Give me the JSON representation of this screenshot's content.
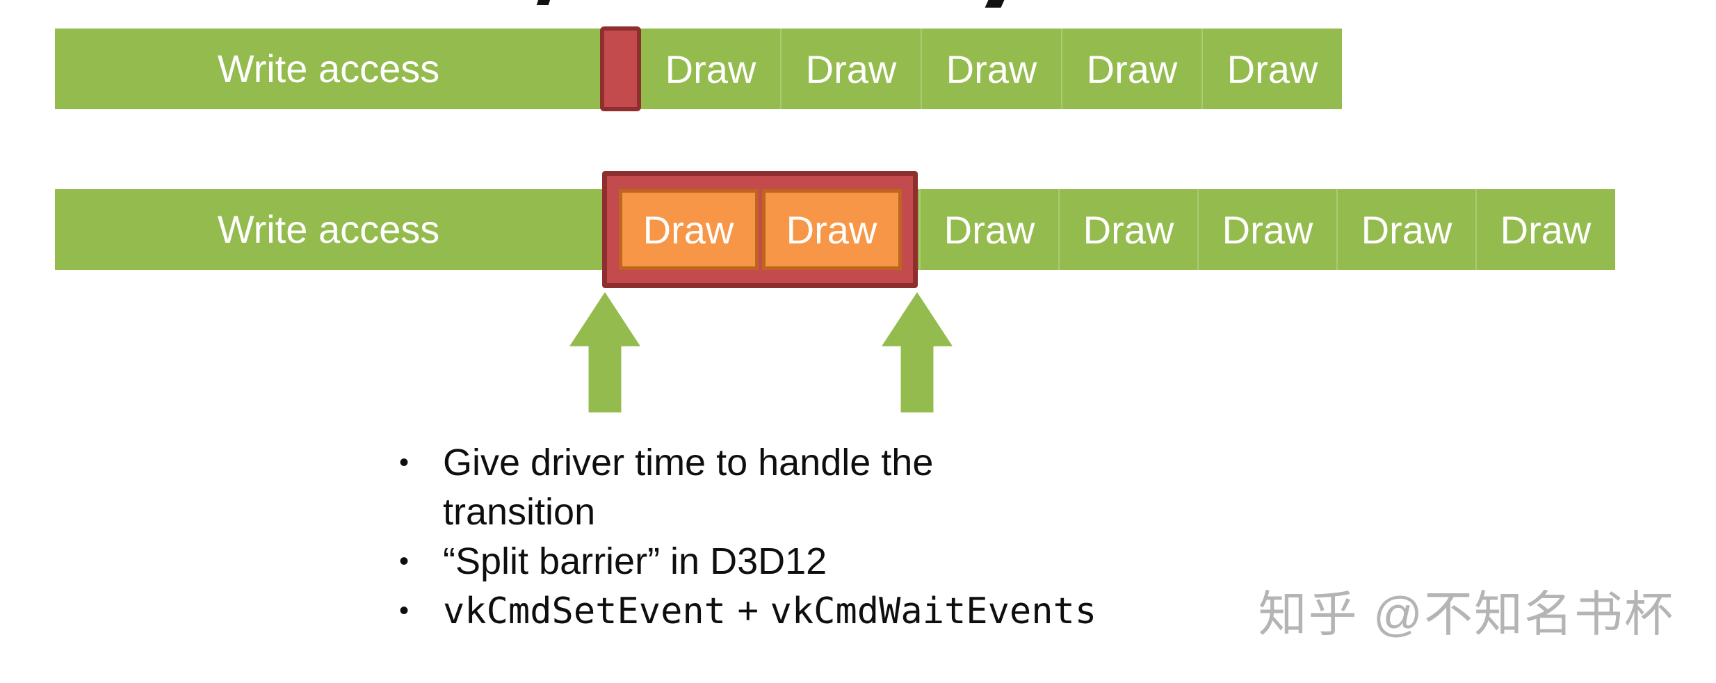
{
  "rows": {
    "row1": {
      "write_label": "Write access",
      "draws": [
        "Draw",
        "Draw",
        "Draw",
        "Draw",
        "Draw"
      ]
    },
    "row2": {
      "write_label": "Write access",
      "barrier_draws": [
        "Draw",
        "Draw"
      ],
      "draws": [
        "Draw",
        "Draw",
        "Draw",
        "Draw",
        "Draw"
      ]
    }
  },
  "bullets": {
    "glyph": "•",
    "items": {
      "0": {
        "text": "Give driver time to handle the transition"
      },
      "1": {
        "text": "“Split barrier” in D3D12"
      },
      "2": {
        "code_left": "vkCmdSetEvent",
        "plus": "+",
        "code_right": "vkCmdWaitEvents"
      }
    }
  },
  "watermark": {
    "text": "知乎 @不知名书杯"
  },
  "colors": {
    "bar_green": "#94BB4D",
    "barrier_red_fill": "#C34B4D",
    "barrier_red_border": "#8E2E2E",
    "draw_orange_fill": "#F79646",
    "draw_orange_border": "#BE651F",
    "label_white": "#FFFFFF",
    "body_text": "#0E0E0E",
    "watermark_gray": "#B4B4B4"
  }
}
